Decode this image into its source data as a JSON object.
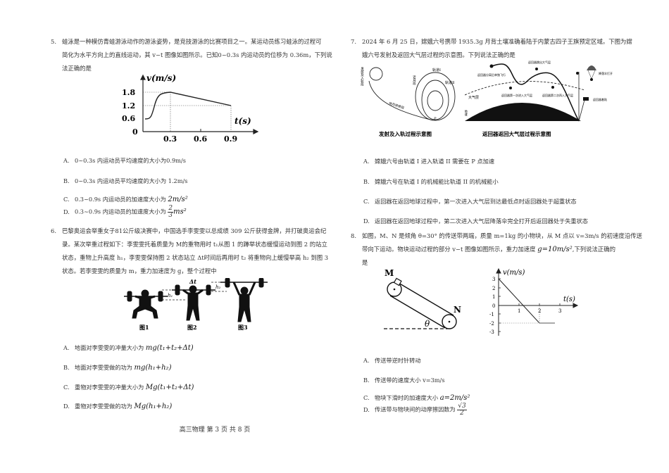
{
  "page": {
    "footer": "高三物理 第 3 页 共 8 页"
  },
  "q5": {
    "number": "5.",
    "stem_line1": "蛙泳是一种模仿青蛙游泳动作的游泳姿势，是竞技游泳的比赛项目之一。某运动员练习蛙泳的过程可",
    "stem_line2": "简化为水平方向上的直线运动，其 v−t 图像如图所示。已知0~0.3s 内运动员的位移为 0.36m，下列说",
    "stem_line3": "法正确的是",
    "options": [
      {
        "label": "A.",
        "text": "0~0.3s 内运动员平均速度的大小为0.9m/s"
      },
      {
        "label": "B.",
        "text": "0~0.3s 内运动员平均速度的大小为 1.2m/s"
      },
      {
        "label": "C.",
        "text": "0.3~0.9s 内运动员的加速度大小为",
        "math": "2m/s²"
      },
      {
        "label": "D.",
        "text": "0.3~0.9s 内运动员的加速度大小为",
        "math_num": "2",
        "math_den": "3",
        "math_unit": "ms²"
      }
    ],
    "graph": {
      "ylabel": "v(m/s)",
      "xlabel": "t(s)",
      "yticks": [
        "1.8",
        "1.2",
        "0.6",
        "0"
      ],
      "xticks": [
        "0.3",
        "0.6",
        "0.9"
      ]
    }
  },
  "q6": {
    "number": "6.",
    "stem_line1": "巴黎奥运会举重女子81公斤级决赛中，中国选手李雯雯以总成绩 309 公斤获得金牌，并打破奥运会纪",
    "stem_line2": "录。某次举重过程如下：李雯雯托着质量为 M的重物用时 t₁从图 1 的蹲举状态缓慢运动到图 2 的站立",
    "stem_line3": "状态，重物上升高度 h₁，李雯雯保持图 2 状态站立 Δt时间后再用时 t₂ 将重物向上缓慢举高 h₂ 到图 3",
    "stem_line4": "状态。若李雯雯的质量为 m，重力加速度为 g，整个过程中",
    "figure_labels": [
      "图1",
      "图2",
      "图3"
    ],
    "figure_marks": {
      "h1": "h₁",
      "h2": "h₂",
      "dt": "Δt"
    },
    "options": [
      {
        "label": "A.",
        "text": "地面对李雯雯的冲量大小为",
        "math": "mg(t₁+t₂+Δt)"
      },
      {
        "label": "B.",
        "text": "地面对李雯雯做的功为",
        "math": "mg(h₁+h₂)"
      },
      {
        "label": "C.",
        "text": "重物对李雯雯的冲量大小为",
        "math": "Mg(t₁+t₂+Δt)"
      },
      {
        "label": "D.",
        "text": "重物对李雯雯做的功为",
        "math": "Mg(h₁+h₂)"
      }
    ]
  },
  "q7": {
    "number": "7.",
    "stem_line1": "2024 年 6 月 25 日，嫦娥六号携带 1935.3g 月背土壤准确着陆于内蒙古四子王旗预定区域。下图为嫦",
    "stem_line2": "娥六号发射及返回大气层过程的示意图。下列说法正确的是",
    "figure_left": {
      "caption": "发射及入轨过程示意图",
      "labels": [
        "发射及入轨段",
        "地月转移段",
        "轨道Ⅰ",
        "轨道Ⅱ",
        "近月段",
        "P"
      ]
    },
    "figure_right": {
      "caption": "返回器返回大气层过程示意图",
      "labels": [
        "返回器分离后单独飞行",
        "返回器跳出大气层",
        "返回器第一次进入大气层",
        "返回器第二次再入大气层",
        "降落伞打开",
        "返回器着陆",
        "大气层",
        "地球"
      ]
    },
    "options": [
      {
        "label": "A.",
        "text": "嫦娥六号由轨道 I 进入轨道 II 需要在  P  点加速"
      },
      {
        "label": "B.",
        "text": "嫦娥六号在轨道 I 的机械能比轨道 II 的机械能小"
      },
      {
        "label": "C.",
        "text": "返回器在返回地球过程中，第一次进入大气层到达最低点时返回器处于超重状态"
      },
      {
        "label": "D.",
        "text": "返回器在返回地球过程中，第二次进入大气层降落伞完全打开后返回器处于失重状态"
      }
    ]
  },
  "q8": {
    "number": "8.",
    "stem_line1": "如图，M、N 是倾角 θ=30° 的传送带两端，质量 m=1kg 的小物块，从 M 点以 v=3m/s 的初速度沿传送",
    "stem_line2a": "带向下运动。物块运动过程的部分 v−t 图像如图所示，重力加速度",
    "stem_line2_math": "g=10m/s²",
    "stem_line2b": ",下列说法正确的",
    "stem_line3": "是",
    "belt": {
      "M": "M",
      "N": "N",
      "theta": "θ"
    },
    "graph": {
      "ylabel": "v(m/s)",
      "xlabel": "t(s)",
      "yticks": [
        "3",
        "2",
        "1",
        "0",
        "-1",
        "-2",
        "-3"
      ],
      "xticks": [
        "1",
        "2",
        "3"
      ]
    },
    "options": [
      {
        "label": "A.",
        "text": "传送带逆时针转动"
      },
      {
        "label": "B.",
        "text": "传送带的速度大小  v=3m/s"
      },
      {
        "label": "C.",
        "text": "物块下滑时的加速度大小",
        "math": "a=2m/s²"
      },
      {
        "label": "D.",
        "text": "传送带与物块间的动摩擦因数为",
        "math_num": "√3",
        "math_den": "2"
      }
    ]
  }
}
